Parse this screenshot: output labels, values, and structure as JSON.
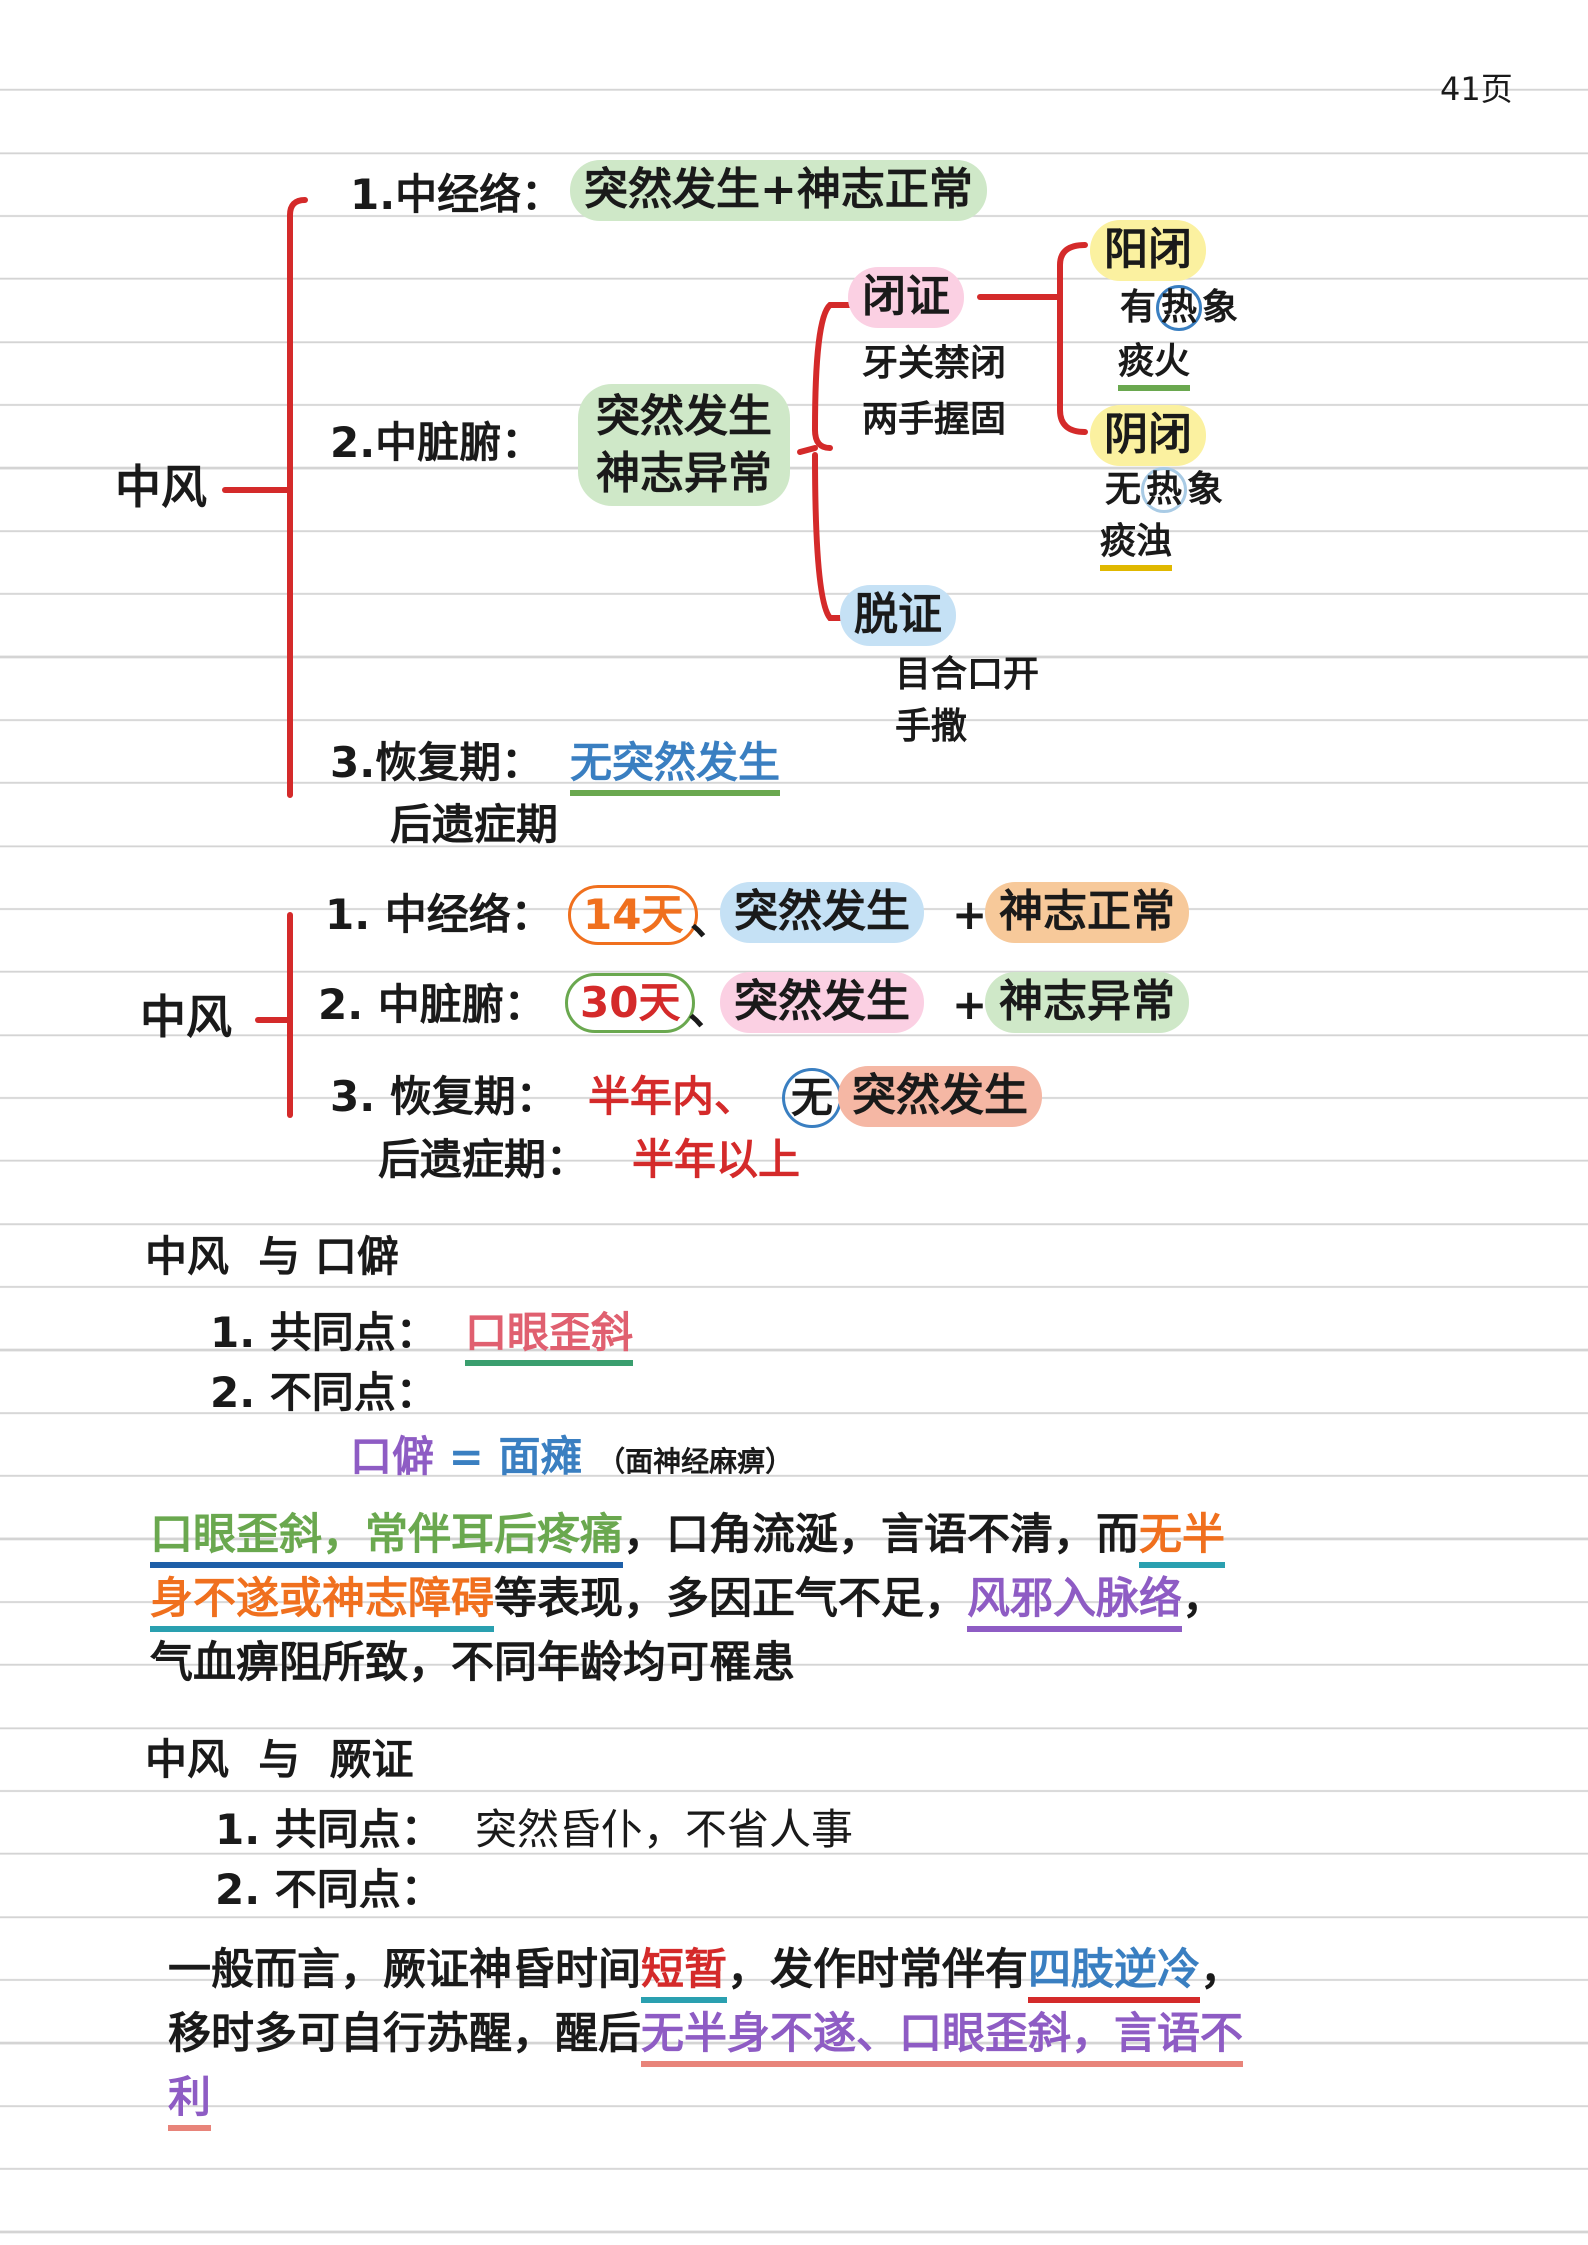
{
  "page_number": "41页",
  "colors": {
    "ink": "#1a1a1a",
    "bracket_red": "#d42a2a",
    "green_pill": "#cfe8c8",
    "pink_pill": "#fbd0e3",
    "blue_pill": "#c5e1f5",
    "yellow_pill": "#fbf1a0",
    "orange_pill": "#f7c99a",
    "salmon_pill": "#f5b7a4",
    "red_text": "#d42a2a",
    "blue_text": "#3a7fc1",
    "purple_text": "#8e5cc4",
    "green_text": "#6aa84f",
    "orange_text": "#f0701e"
  },
  "diagram1": {
    "root": "中风",
    "b1_label": "1.中经络：",
    "b1_pill": "突然发生+神志正常",
    "b2_label": "2.中脏腑：",
    "b2_pill_line1": "突然发生",
    "b2_pill_line2": "神志异常",
    "bizheng": "闭证",
    "bizheng_desc1": "牙关禁闭",
    "bizheng_desc2": "两手握固",
    "yangbi": "阳闭",
    "yangbi_desc_pre": "有",
    "yangbi_desc_ring": "热",
    "yangbi_desc_post": "象",
    "yangbi_desc2": "痰火",
    "yinbi": "阴闭",
    "yinbi_desc_pre": "无",
    "yinbi_desc_ring": "热",
    "yinbi_desc_post": "象",
    "yinbi_desc2": "痰浊",
    "tuozheng": "脱证",
    "tuozheng_desc1": "目合口开",
    "tuozheng_desc2": "手撒",
    "b3_label": "3.恢复期：",
    "b3_value": "无突然发生",
    "b3_sub": "后遗症期"
  },
  "diagram2": {
    "root": "中风",
    "r1_label": "1. 中经络：",
    "r1_days": "14天",
    "r1_sep": "、",
    "r1_pill1": "突然发生",
    "r1_plus": "+",
    "r1_pill2": "神志正常",
    "r2_label": "2. 中脏腑：",
    "r2_days": "30天",
    "r2_sep": "、",
    "r2_pill1": "突然发生",
    "r2_plus": "+",
    "r2_pill2": "神志异常",
    "r3_label": "3. 恢复期：",
    "r3_value": "半年内、",
    "r3_circle": "无",
    "r3_pill": "突然发生",
    "r3_sub_label": "后遗症期：",
    "r3_sub_value": "半年以上"
  },
  "section1": {
    "title": "中风  与 口僻",
    "common_label": "1. 共同点：",
    "common_value": "口眼歪斜",
    "diff_label": "2. 不同点：",
    "eq_term": "口僻",
    "eq_sign": "=",
    "eq_value": "面瘫",
    "eq_note": "（面神经麻痹）",
    "p1_seg1": "口眼歪斜，常伴耳后疼痛",
    "p1_seg2": "，口角流涎，言语不清，而",
    "p1_seg3": "无半",
    "p2_seg1": "身不遂或神志障碍",
    "p2_seg2": "等表现，多因正气不足，",
    "p2_seg3": "风邪入脉络",
    "p2_seg4": "，",
    "p3": "气血痹阻所致，不同年龄均可罹患"
  },
  "section2": {
    "title": "中风  与  厥证",
    "common_label": "1. 共同点：",
    "common_value": "突然昏仆，不省人事",
    "diff_label": "2. 不同点：",
    "p1_seg1": "一般而言，厥证神昏时间",
    "p1_seg2": "短暂",
    "p1_seg3": "，发作时常伴有",
    "p1_seg4": "四肢逆冷",
    "p1_seg5": "，",
    "p2_seg1": "移时多可自行苏醒，醒后",
    "p2_seg2": "无半身不遂、口眼歪斜，言语不",
    "p3_seg1": "利"
  }
}
